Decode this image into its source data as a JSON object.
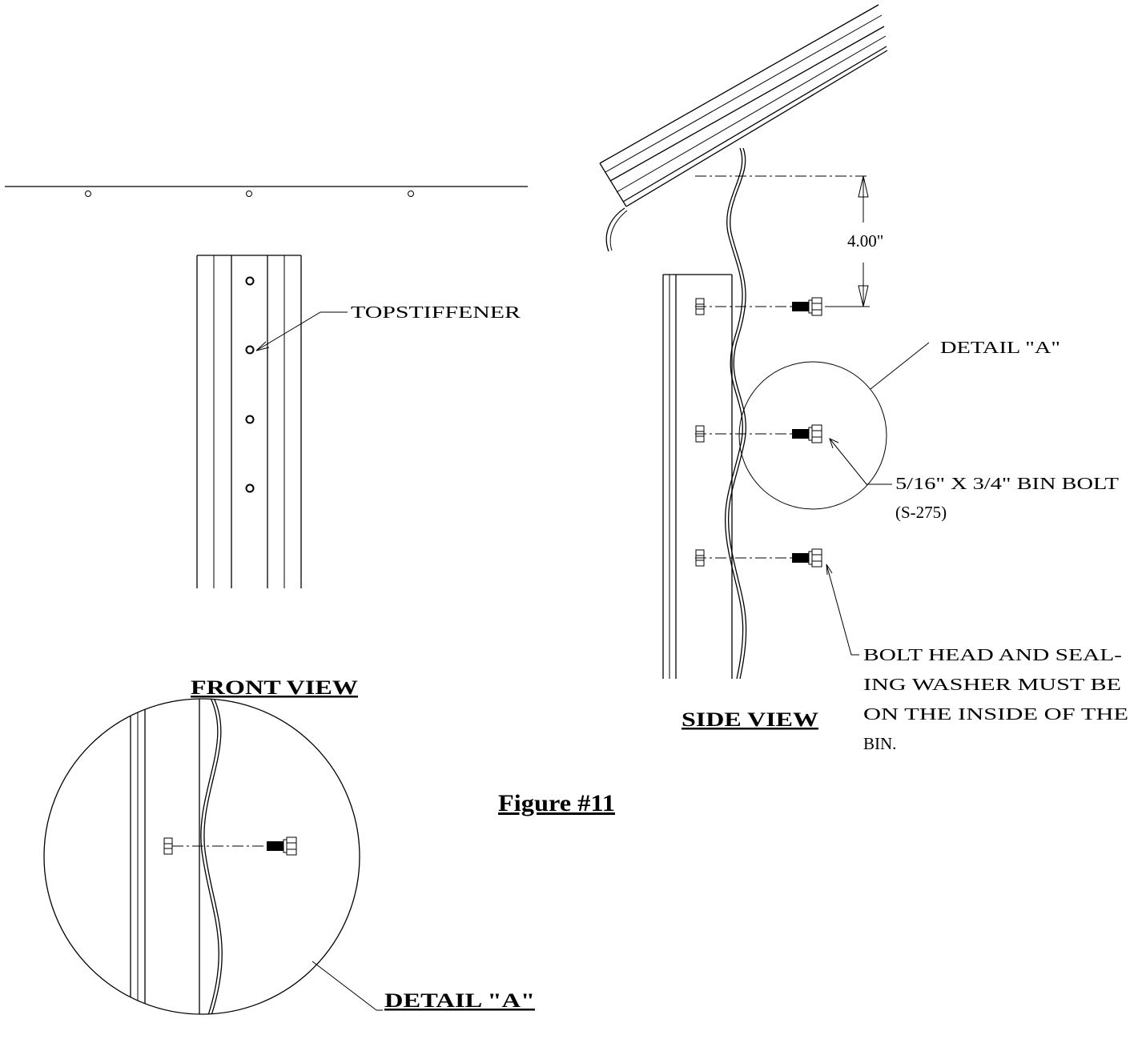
{
  "labels": {
    "top_stiffener": "TOPSTIFFENER",
    "dimension": "4.00\"",
    "detail_a_callout": "DETAIL \"A\"",
    "bin_bolt_line1": "5/16\" X 3/4\" BIN BOLT",
    "bin_bolt_line2": "(S-275)",
    "note_line1": "BOLT HEAD AND SEAL-",
    "note_line2": "ING WASHER MUST BE",
    "note_line3": "ON THE INSIDE OF THE",
    "note_line4": "BIN."
  },
  "titles": {
    "front_view": "FRONT VIEW",
    "side_view": "SIDE VIEW",
    "figure": "Figure #11",
    "detail_a": "DETAIL \"A\""
  }
}
